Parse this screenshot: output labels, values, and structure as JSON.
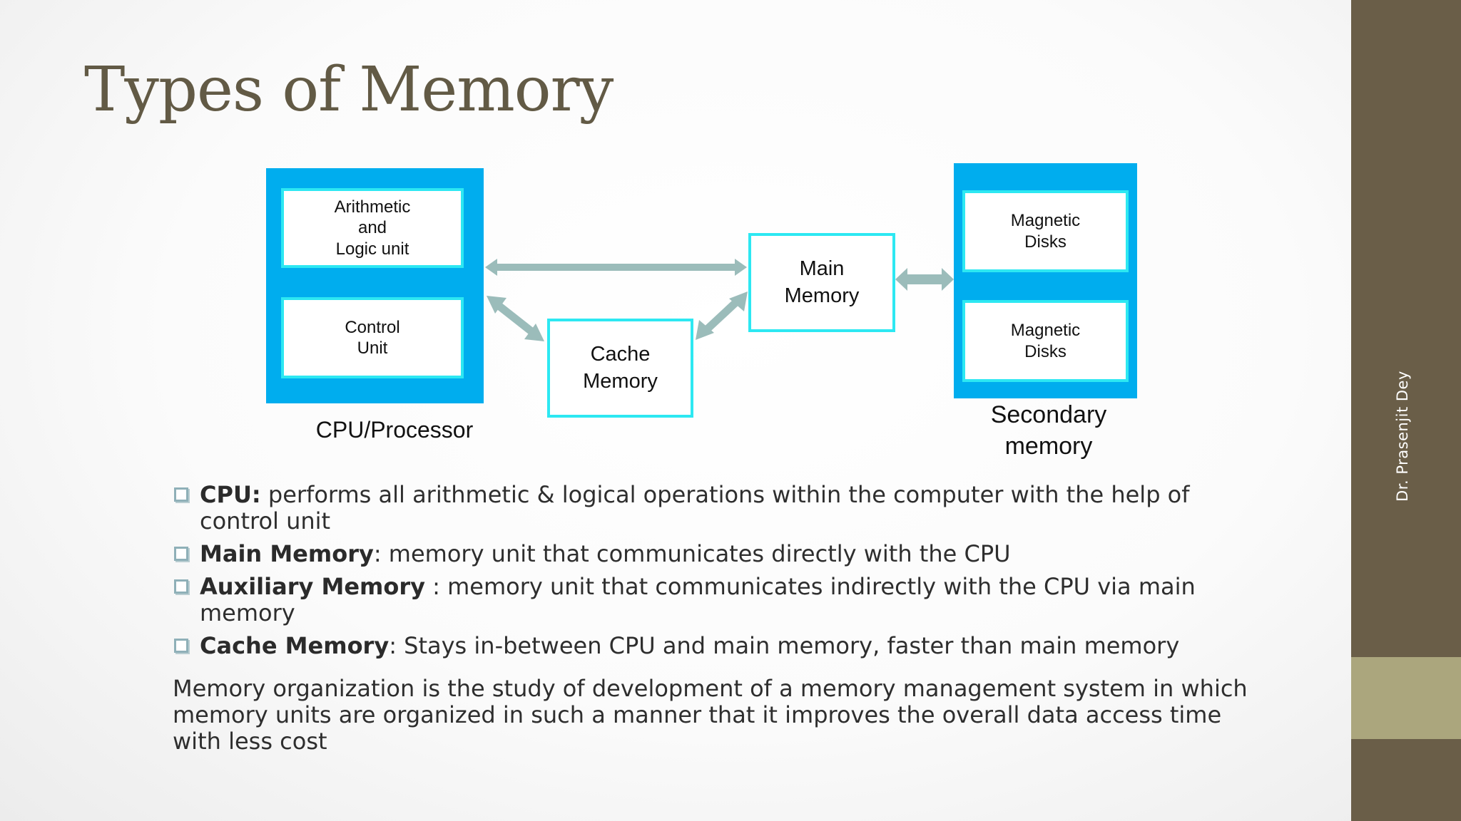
{
  "slide": {
    "title": "Types of Memory",
    "author": "Dr. Prasenjit Dey"
  },
  "diagram": {
    "cpu": {
      "alu": "Arithmetic\nand\nLogic unit",
      "control": "Control\nUnit",
      "label": "CPU/Processor"
    },
    "cache": "Cache\nMemory",
    "main_memory": "Main\nMemory",
    "secondary": {
      "disk1": "Magnetic\nDisks",
      "disk2": "Magnetic\nDisks",
      "label": "Secondary\nmemory"
    }
  },
  "bullets": [
    {
      "term": "CPU:",
      "text": " performs all arithmetic & logical operations within the computer with the help of control unit"
    },
    {
      "term": "Main Memory",
      "text": ": memory unit that communicates directly with the CPU"
    },
    {
      "term": "Auxiliary Memory",
      "text": " : memory unit that communicates indirectly with the CPU via main memory"
    },
    {
      "term": "Cache Memory",
      "text": ": Stays in-between CPU and main memory, faster than main memory"
    }
  ],
  "summary": "Memory organization is the study of development of a memory management system in which memory units are organized in such a manner that it improves the overall data access time with less cost",
  "colors": {
    "accent_blue": "#00adee",
    "inner_border": "#2de8f2",
    "arrow": "#9bbcba",
    "sidebar": "#6a5e48",
    "sidebar_accent": "#aba67d",
    "title": "#625a45"
  }
}
